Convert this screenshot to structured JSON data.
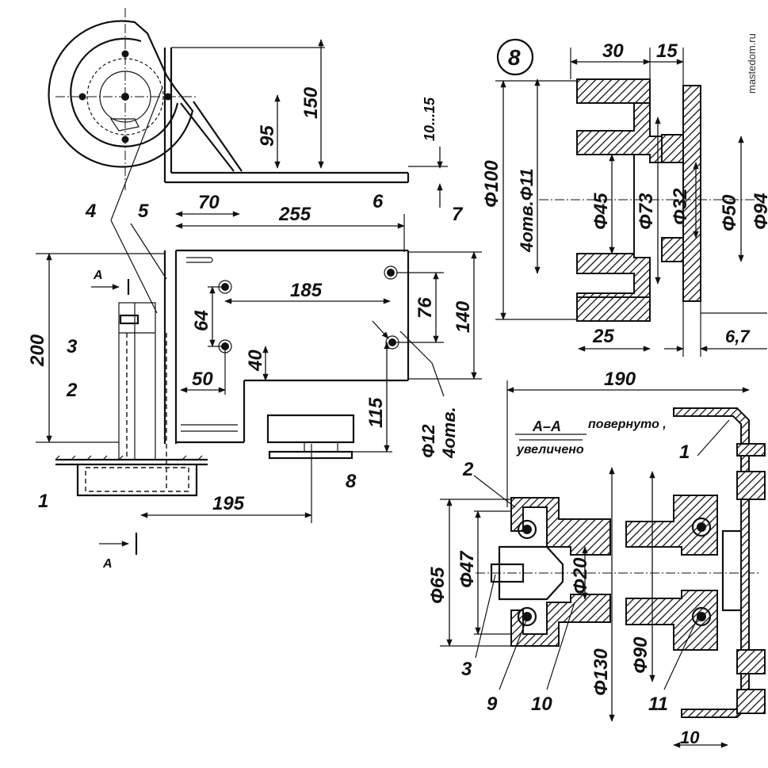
{
  "watermark": "mastedom.ru",
  "detail_marker": "8",
  "section_title": "А–А",
  "section_note_1": "повернуто ,",
  "section_note_2": "увеличено",
  "section_letter": "А",
  "callouts": [
    "1",
    "2",
    "3",
    "4",
    "5",
    "6",
    "7",
    "8",
    "9",
    "10",
    "11"
  ],
  "dimensions": {
    "d150": "150",
    "d95": "95",
    "d10_15": "10...15",
    "d70": "70",
    "d255": "255",
    "d200": "200",
    "d185": "185",
    "d64": "64",
    "d76": "76",
    "d140": "140",
    "d40": "40",
    "d50": "50",
    "d115": "115",
    "d195": "195",
    "phi12": "Φ12",
    "holes4": "4отв.",
    "d30": "30",
    "d15": "15",
    "phi100": "Φ100",
    "holes4phi11": "4отв.Φ11",
    "phi45": "Φ45",
    "phi73": "Φ73",
    "phi32": "Φ32",
    "phi50": "Φ50",
    "phi94": "Φ94",
    "d25": "25",
    "d6_7": "6,7",
    "d190": "190",
    "phi65": "Φ65",
    "phi47": "Φ47",
    "phi20": "Φ20",
    "phi130": "Φ130",
    "phi90": "Φ90",
    "d10": "10"
  }
}
